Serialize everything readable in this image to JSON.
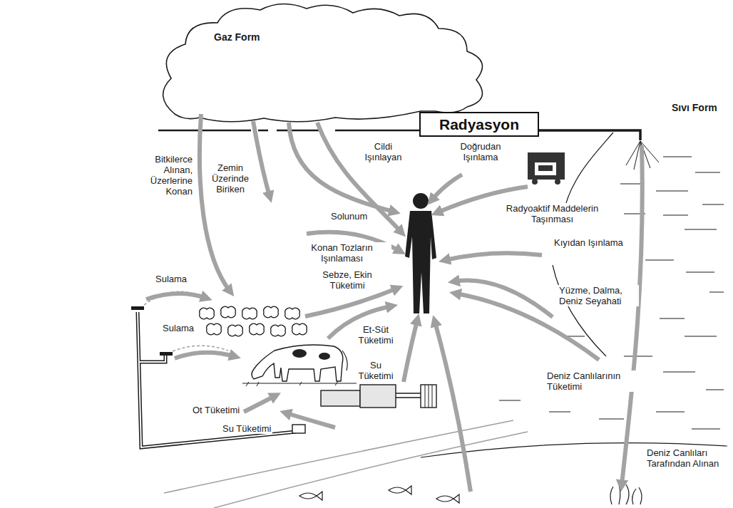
{
  "diagram": {
    "nodes": [
      {
        "text": [
          "Radyasyon"
        ]
      }
    ],
    "labels": [
      "Gaz Form",
      "Sıvı Form",
      "Bitkilerce Alınan, Üzerlerine Konan",
      "Zemin Üzerinde Biriken",
      "Cildi Işınlayan",
      "Doğrudan Işınlama",
      "Solunum",
      "Radyoaktif Maddelerin Taşınması",
      "Konan Tozların Işınlaması",
      "Kıyıdan Işınlama",
      "Sulama",
      "Sebze, Ekin Tüketimi",
      "Yüzme, Dalma, Deniz Seyahati",
      "Sulama",
      "Et-Süt Tüketimi",
      "Su Tüketimi",
      "Deniz Canlılarının Tüketimi",
      "Ot Tüketimi",
      "Su Tüketimi",
      "Deniz Canlıları Tarafından Alınan"
    ]
  }
}
